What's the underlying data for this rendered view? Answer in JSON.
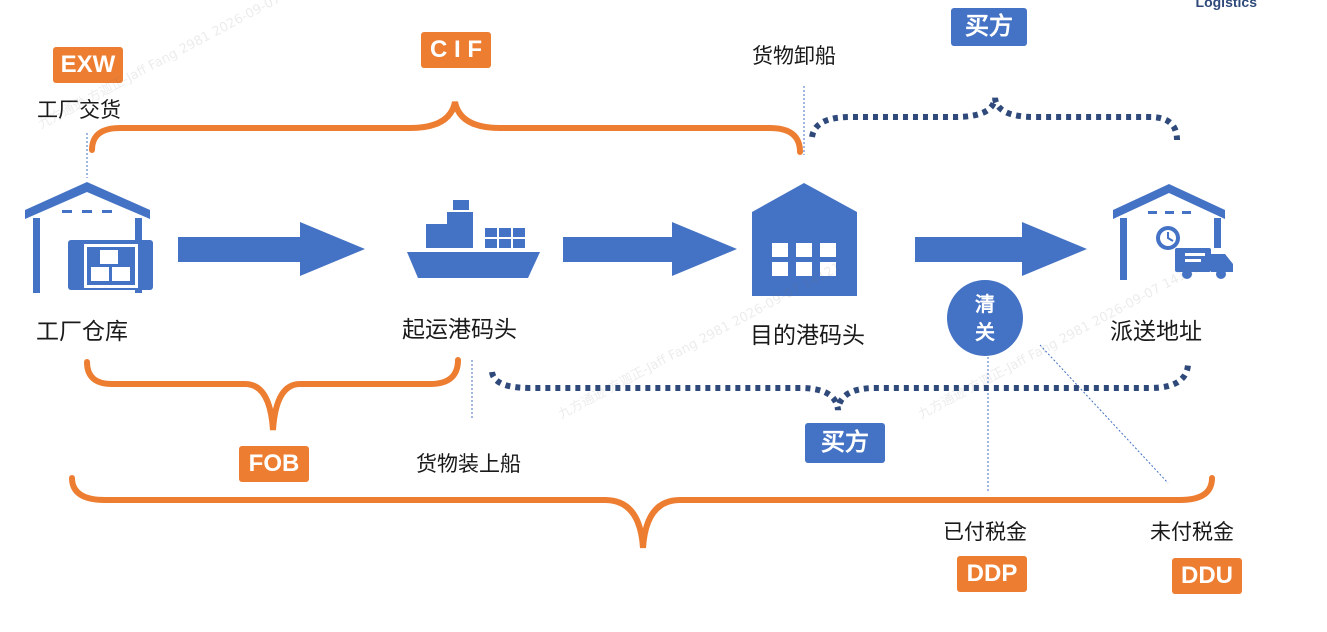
{
  "terms": {
    "exw": "EXW",
    "cif": "C I F",
    "fob": "FOB",
    "ddp": "DDP",
    "ddu": "DDU"
  },
  "buyer_top": "买方",
  "buyer_bottom": "买方",
  "nodes": {
    "factory": "工厂仓库",
    "origin_port": "起运港码头",
    "dest_port": "目的港码头",
    "delivery": "派送地址"
  },
  "events": {
    "factory_delivery": "工厂交货",
    "unloading": "货物卸船",
    "loading": "货物装上船",
    "tax_paid": "已付税金",
    "tax_unpaid": "未付税金"
  },
  "customs_badge": "清关",
  "brand_partial": "Logistics",
  "watermark": "九方通逊·方迦正-Jaff Fang 2981 2026-09-07 14121",
  "colors": {
    "orange": "#ED7D31",
    "blue": "#4472C4",
    "navy": "#2F4A7A"
  },
  "icons": [
    "warehouse-icon",
    "ship-icon",
    "port-building-icon",
    "delivery-warehouse-icon",
    "arrow-right-icon"
  ]
}
